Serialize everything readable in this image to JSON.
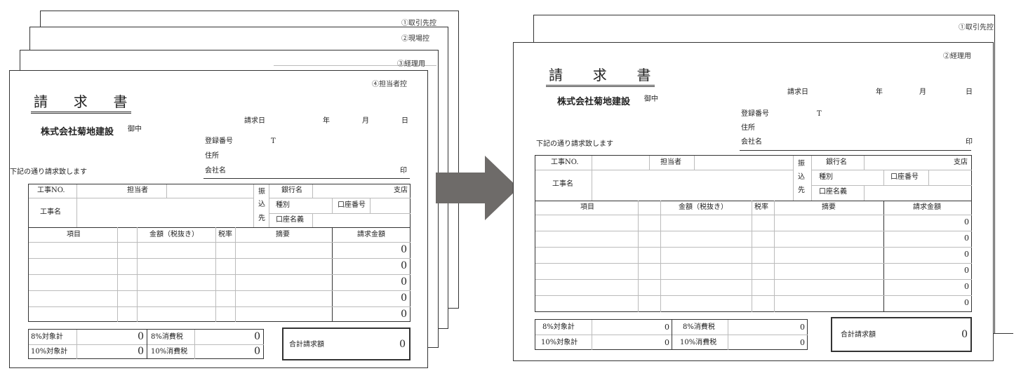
{
  "invoice_labels": {
    "title_chars": [
      "請",
      "求",
      "書"
    ],
    "addressee": "株式会社菊地建設",
    "honorific": "御中",
    "invoice_date": "請求日",
    "year": "年",
    "month": "月",
    "day": "日",
    "registration_no": "登録番号",
    "registration_prefix": "T",
    "address": "住所",
    "company_name": "会社名",
    "seal": "印",
    "request_text": "下記の通り請求致します",
    "construction_no": "工事NO.",
    "person_in_charge": "担当者",
    "transfer_chars": [
      "振",
      "込",
      "先"
    ],
    "bank_name": "銀行名",
    "branch": "支店",
    "account_type": "種別",
    "account_no": "口座番号",
    "account_holder": "口座名義",
    "construction_name": "工事名",
    "col_item": "項目",
    "col_amount": "金額（税抜き）",
    "col_tax_rate": "税率",
    "col_summary": "摘要",
    "col_invoice_amount": "請求金額",
    "row_values": [
      "0",
      "0",
      "0",
      "0",
      "0"
    ],
    "subtotal_8": "8%対象計",
    "subtotal_10": "10%対象計",
    "tax_8": "8%消費税",
    "tax_10": "10%消費税",
    "subtotal_8_value": "0",
    "subtotal_10_value": "0",
    "tax_8_value": "0",
    "tax_10_value": "0",
    "total_label": "合計請求額",
    "total_value": "0"
  },
  "left_stack": {
    "copy_labels": [
      "①取引先控",
      "②現場控",
      "③経理用",
      "④担当者控"
    ]
  },
  "right_stack": {
    "copy_labels": [
      "①取引先控",
      "②経理用"
    ]
  },
  "arrow_color": "#6e6b69"
}
